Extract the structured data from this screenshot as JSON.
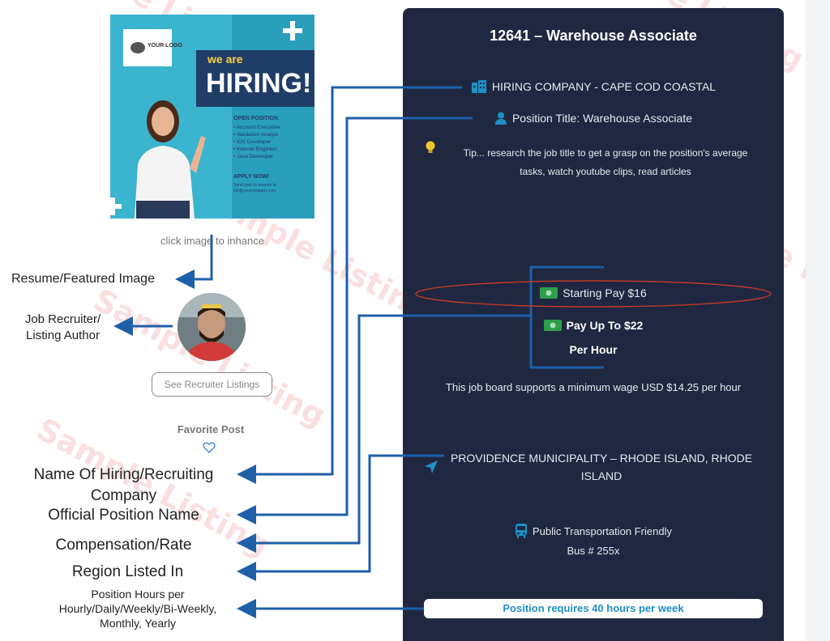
{
  "watermark_text": "Sample Listing",
  "left": {
    "image": {
      "logo_text": "YOUR LOGO",
      "we_are": "we are",
      "hiring": "HIRING!",
      "open_position": "OPEN POSITION",
      "positions": [
        "• Account Executive",
        "• Validation Analyst",
        "• iOS Developer",
        "• Internet Engineer",
        "• Java Developer"
      ],
      "apply_now": "APPLY NOW!",
      "apply_line1": "Send your cv resume to",
      "apply_line2": "job@yourcompany.com"
    },
    "caption": "click image to inhance",
    "labels": {
      "featured_image": "Resume/Featured Image",
      "recruiter_line1": "Job Recruiter/",
      "recruiter_line2": "Listing Author",
      "company_line1": "Name Of Hiring/Recruiting",
      "company_line2": "Company",
      "position": "Official Position Name",
      "compensation": "Compensation/Rate",
      "region": "Region Listed In",
      "hours_line1": "Position Hours per",
      "hours_line2": "Hourly/Daily/Weekly/Bi-Weekly,",
      "hours_line3": "Monthly, Yearly"
    },
    "see_recruiter_button": "See Recruiter Listings",
    "favorite_label": "Favorite Post"
  },
  "panel": {
    "title": "12641 – Warehouse Associate",
    "company": "HIRING COMPANY - CAPE COD COASTAL",
    "position_title": "Position Title: Warehouse Associate",
    "tip_line1": "Tip... research the job title to get a grasp on the position's average",
    "tip_line2": "tasks, watch youtube clips, read articles",
    "starting_pay": "Starting Pay $16",
    "pay_up_to": "Pay Up To $22",
    "per_hour": "Per Hour",
    "min_wage": "This job board supports a minimum wage USD $14.25 per hour",
    "region_line1": "PROVIDENCE MUNICIPALITY – RHODE ISLAND, RHODE",
    "region_line2": "ISLAND",
    "transport": "Public Transportation Friendly",
    "bus": "Bus # 255x",
    "hours_required": "Position requires 40 hours per week"
  },
  "colors": {
    "panel_bg": "#1f2840",
    "arrow_blue": "#1e5fa8",
    "accent_teal": "#1f8fc4",
    "ellipse_red": "#c0392b",
    "money_green": "#2e9e4a"
  }
}
